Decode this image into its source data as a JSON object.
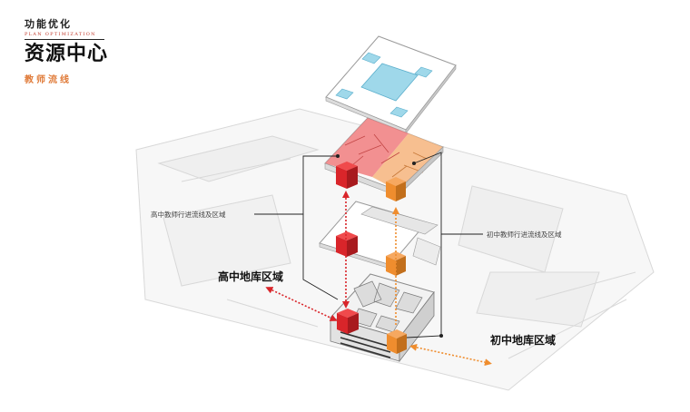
{
  "header": {
    "section": "功能优化",
    "section_en": "PLAN OPTIMIZATION",
    "title": "资源中心",
    "subtitle": "教师流线"
  },
  "labels": {
    "high_teacher": "高中教师行进流线及区域",
    "junior_teacher": "初中教师行进流线及区域",
    "high_garage": "高中地库区域",
    "junior_garage": "初中地库区域"
  },
  "colors": {
    "high_school": "#d9252a",
    "junior_school": "#ef8d2e",
    "high_zone": "#f07c7e",
    "junior_zone": "#f6b47c",
    "roof_glass": "#9fd8ea",
    "accent_text": "#e07b39"
  }
}
